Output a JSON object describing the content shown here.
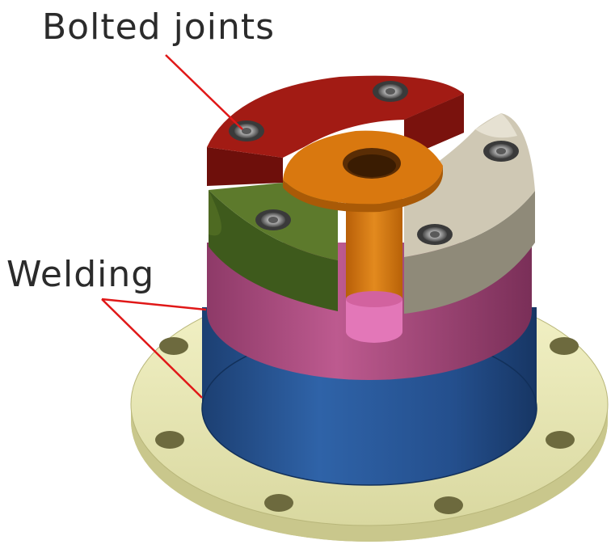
{
  "callouts": {
    "bolted": "Bolted joints",
    "welding": "Welding"
  },
  "parts": [
    {
      "name": "top-red-segment",
      "color": "#9e1a14"
    },
    {
      "name": "top-beige-segment",
      "color": "#cfc8b4"
    },
    {
      "name": "top-green-segment",
      "color": "#5d7a2c"
    },
    {
      "name": "orange-pipe",
      "color": "#d9780f"
    },
    {
      "name": "pink-ring",
      "color": "#b9538a"
    },
    {
      "name": "blue-cylinder",
      "color": "#234f8c"
    },
    {
      "name": "yellow-flange",
      "color": "#ecebb2"
    }
  ],
  "callout_line_color": "#e01818"
}
